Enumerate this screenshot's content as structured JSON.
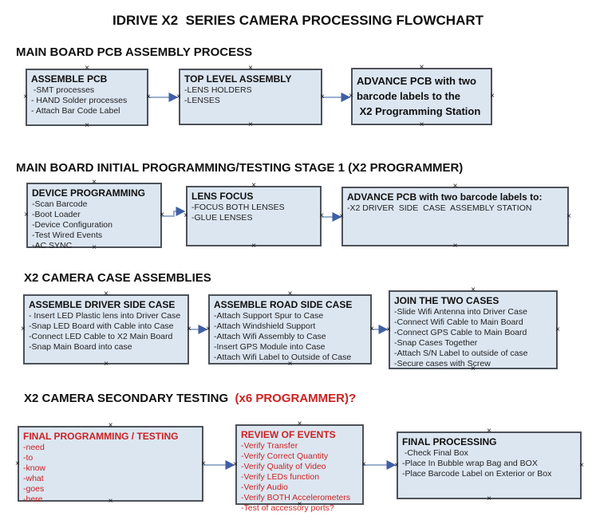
{
  "title": "IDRIVE X2  SERIES CAMERA PROCESSING FLOWCHART",
  "icons": {
    "connector_handle": "×",
    "arrow_head": "right-arrowhead"
  },
  "colors": {
    "box_fill": "#dce6f1",
    "box_border": "#4d5158",
    "arrow_line": "#9bafd0",
    "arrow_head": "#3f5fa5",
    "red_text": "#cc2222",
    "black_text": "#1f1f1f"
  },
  "sections": [
    {
      "heading": "MAIN BOARD PCB ASSEMBLY PROCESS",
      "boxes": [
        {
          "title": "ASSEMBLE PCB",
          "lines": [
            " -SMT processes",
            "- HAND Solder processes",
            "- Attach Bar Code Label"
          ]
        },
        {
          "title": "TOP LEVEL ASSEMBLY",
          "lines": [
            "-LENS HOLDERS",
            "-LENSES"
          ]
        },
        {
          "title": "ADVANCE PCB with two\nbarcode labels to the\n X2 Programming Station",
          "lines": []
        }
      ]
    },
    {
      "heading": "MAIN BOARD INITIAL PROGRAMMING/TESTING STAGE 1 (X2 PROGRAMMER)",
      "boxes": [
        {
          "title": "DEVICE PROGRAMMING",
          "lines": [
            "-Scan Barcode",
            "-Boot Loader",
            "-Device Configuration",
            "-Test Wired Events",
            "-AC SYNC"
          ]
        },
        {
          "title": "LENS FOCUS",
          "lines": [
            "-FOCUS BOTH LENSES",
            "-GLUE LENSES"
          ]
        },
        {
          "title": "ADVANCE PCB with two barcode labels to:",
          "lines": [
            "-X2 DRIVER  SIDE  CASE  ASSEMBLY STATION"
          ]
        }
      ]
    },
    {
      "heading": "X2 CAMERA CASE ASSEMBLIES",
      "boxes": [
        {
          "title": "ASSEMBLE DRIVER SIDE CASE",
          "lines": [
            "- Insert LED Plastic lens into Driver Case",
            "-Snap LED Board with Cable into Case",
            "-Connect LED Cable to X2 Main Board",
            "-Snap Main Board into case"
          ]
        },
        {
          "title": "ASSEMBLE ROAD SIDE CASE",
          "lines": [
            "-Attach Support Spur to Case",
            "-Attach Windshield Support",
            "-Attach Wifi Assembly to Case",
            "-Insert GPS Module into Case",
            "-Attach Wifi Label to Outside of Case"
          ]
        },
        {
          "title": "JOIN THE TWO CASES",
          "lines": [
            "-Slide Wifi Antenna into Driver Case",
            "-Connect Wifi Cable to Main Board",
            "-Connect GPS Cable to Main Board",
            "-Snap Cases Together",
            "-Attach S/N Label to outside of case",
            "-Secure cases with Screw"
          ]
        }
      ]
    },
    {
      "heading": "X2 CAMERA SECONDARY TESTING ",
      "heading_red": " (x6 PROGRAMMER)?",
      "boxes": [
        {
          "title": "FINAL PROGRAMMING / TESTING",
          "lines": [
            "-need",
            "-to",
            "-know",
            "-what",
            "-goes",
            "-here"
          ]
        },
        {
          "title": "REVIEW OF EVENTS",
          "lines": [
            "-Verify Transfer",
            "-Verify Correct Quantity",
            "-Verify Quality of Video",
            "-Verify LEDs function",
            "-Verify Audio",
            "-Verify BOTH Accelerometers",
            "-Test of accessory ports?"
          ]
        },
        {
          "title": "FINAL PROCESSING",
          "lines": [
            " -Check Final Box",
            "-Place In Bubble wrap Bag and BOX",
            "-Place Barcode Label on Exterior or Box"
          ]
        }
      ]
    }
  ]
}
